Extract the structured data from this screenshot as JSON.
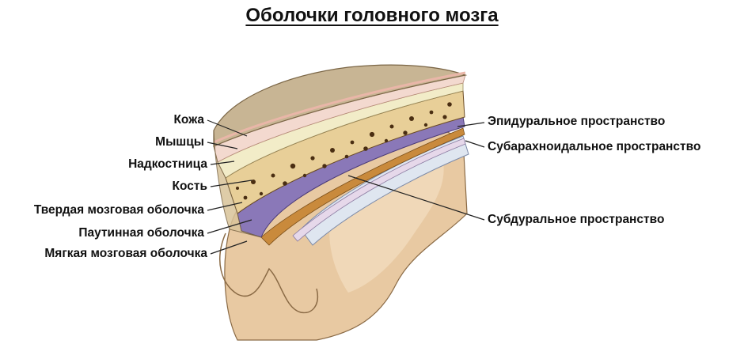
{
  "title": "Оболочки головного мозга",
  "labels_left": [
    "Кожа",
    "Мышцы",
    "Надкостница",
    "Кость",
    "Твердая мозговая оболочка",
    "Паутинная  оболочка",
    "Мягкая мозговая оболочка"
  ],
  "labels_right": [
    "Эпидуральное пространство",
    "Субарахноидальное пространство",
    "Субдуральное пространство"
  ],
  "colors": {
    "skin": "#c8b594",
    "skin_edge": "#e9b6a8",
    "muscle": "#f3d9cf",
    "periosteum": "#f2ecc8",
    "bone": "#e8cf98",
    "bone_pores": "#4a2e12",
    "dura": "#8a78b8",
    "arachnoid": "#c98a3c",
    "pia": "#e6d8ea",
    "brain": "#e8c9a2",
    "leader": "#222222"
  }
}
